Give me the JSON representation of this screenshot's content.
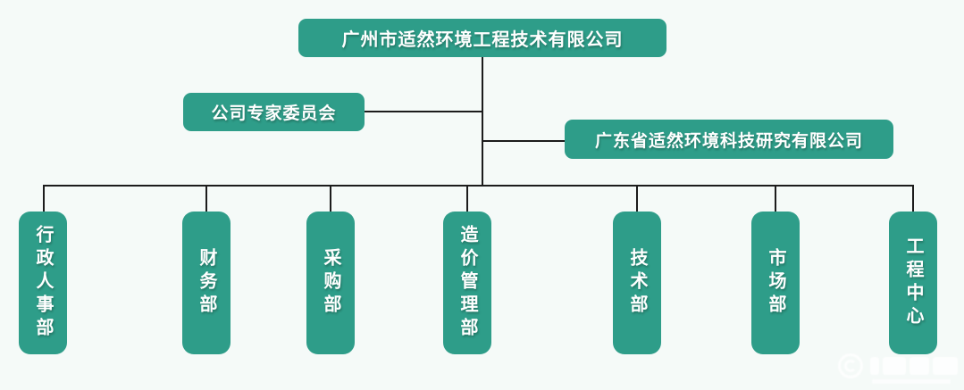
{
  "colors": {
    "node_fill": "#2e9d89",
    "background": "#f5faf8",
    "connector": "#1c1c1c",
    "node_text": "#ffffff"
  },
  "org_chart": {
    "type": "org-tree",
    "root": {
      "label": "广州市适然环境工程技术有限公司"
    },
    "side_nodes": [
      {
        "side": "left",
        "label": "公司专家委员会"
      },
      {
        "side": "right",
        "label": "广东省适然环境科技研究有限公司"
      }
    ],
    "departments": [
      {
        "label": "行政人事部"
      },
      {
        "label": "财务部"
      },
      {
        "label": "采购部"
      },
      {
        "label": "造价管理部"
      },
      {
        "label": "技术部"
      },
      {
        "label": "市场部"
      },
      {
        "label": "工程中心"
      }
    ]
  },
  "watermark": {
    "icon": "circular-emblem-logo",
    "legible": false
  }
}
